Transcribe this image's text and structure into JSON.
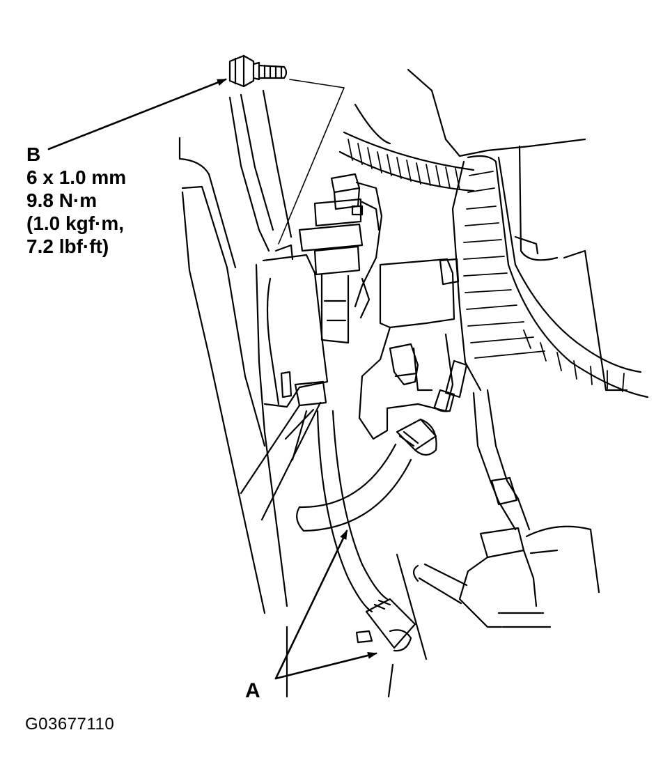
{
  "diagram": {
    "callout_b": {
      "letter": "B",
      "lines": [
        "6 x 1.0 mm",
        "9.8 N·m",
        "(1.0 kgf·m,",
        "7.2 lbf·ft)"
      ]
    },
    "callout_a": {
      "letter": "A"
    },
    "figure_id": "G03677110"
  },
  "colors": {
    "ink": "#000000",
    "paper": "#ffffff"
  }
}
